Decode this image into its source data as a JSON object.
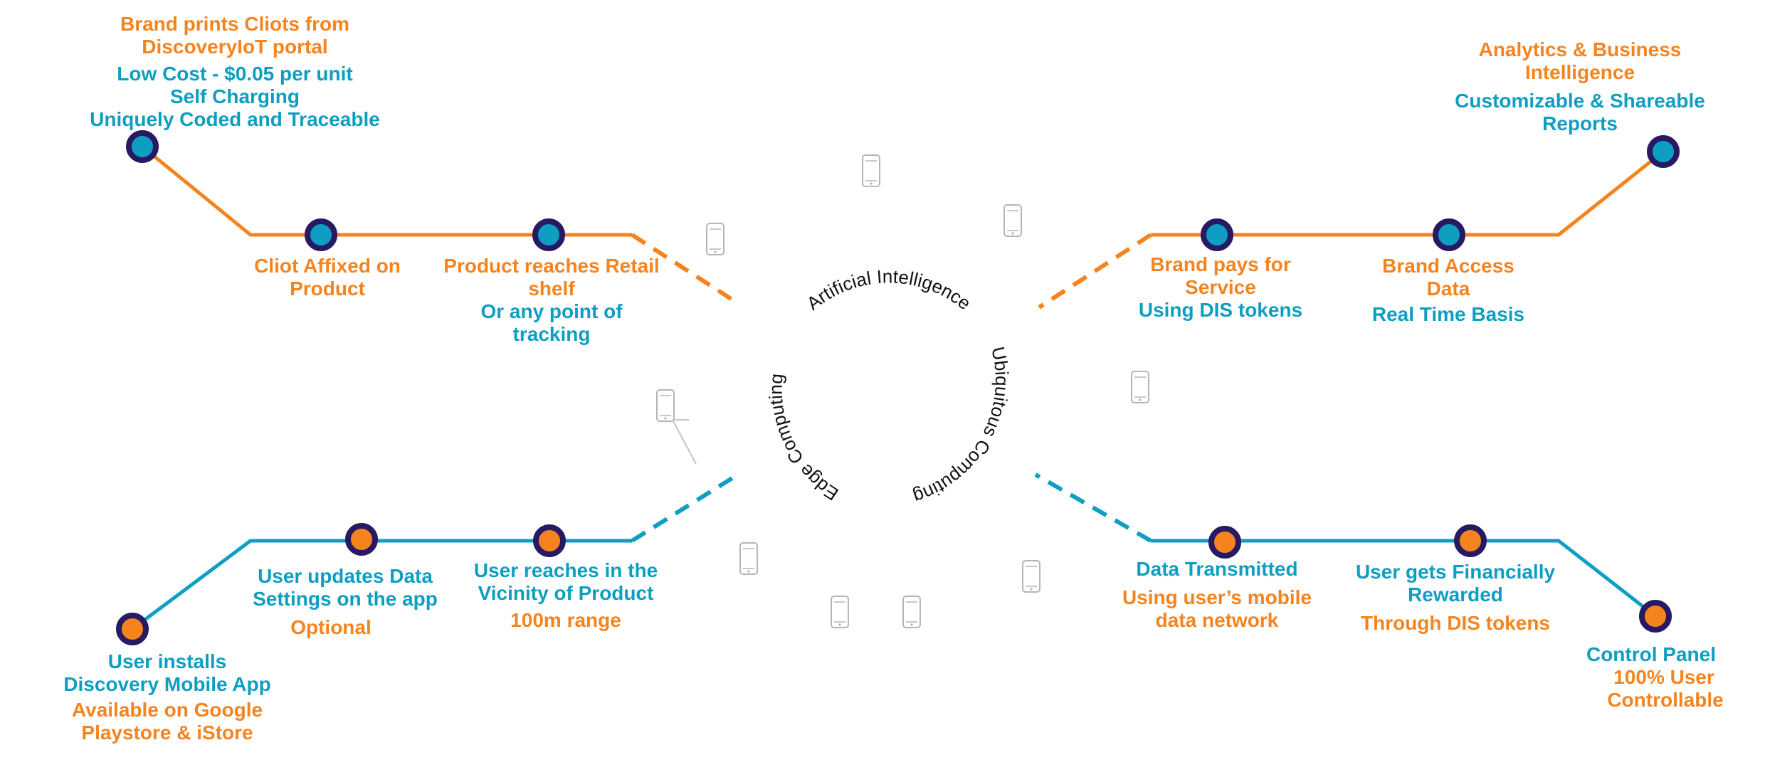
{
  "colors": {
    "orange": "#f5841f",
    "blue": "#0e9ec2",
    "node_ring": "#271a63",
    "phone": "#b5b5b5",
    "text_dark": "#111111"
  },
  "center": {
    "top": "Artificial Intelligence",
    "right": "Ubiquitous Computing",
    "left": "Edge Computing"
  },
  "upper_left": {
    "start": {
      "line1": "Brand prints Cliots from",
      "line2": "DiscoveryIoT portal",
      "line3": "Low Cost - $0.05 per unit",
      "line4": "Self Charging",
      "line5": "Uniquely Coded and Traceable"
    },
    "step1": {
      "line1": "Cliot Affixed on",
      "line2": "Product"
    },
    "step2": {
      "line1": "Product reaches Retail",
      "line2": "shelf",
      "line3": "Or any point of",
      "line4": "tracking"
    }
  },
  "upper_right": {
    "step1": {
      "line1": "Brand pays for",
      "line2": "Service",
      "line3": "Using DIS tokens"
    },
    "step2": {
      "line1": "Brand Access",
      "line2": "Data",
      "line3": "Real Time Basis"
    },
    "end": {
      "line1": "Analytics & Business",
      "line2": "Intelligence",
      "line3": "Customizable & Shareable",
      "line4": "Reports"
    }
  },
  "lower_left": {
    "start": {
      "line1": "User installs",
      "line2": "Discovery Mobile App",
      "line3": "Available on Google",
      "line4": "Playstore & iStore"
    },
    "step1": {
      "line1": "User updates Data",
      "line2": "Settings on the app",
      "line3": "Optional"
    },
    "step2": {
      "line1": "User reaches in the",
      "line2": "Vicinity of Product",
      "line3": "100m range"
    }
  },
  "lower_right": {
    "step1": {
      "line1": "Data Transmitted",
      "line2": "Using user’s mobile",
      "line3": "data network"
    },
    "step2": {
      "line1": "User gets Financially",
      "line2": "Rewarded",
      "line3": "Through DIS tokens"
    },
    "end": {
      "line1": "Control Panel",
      "line2": "100% User",
      "line3": "Controllable"
    }
  },
  "icons": [
    "phone-icon"
  ]
}
